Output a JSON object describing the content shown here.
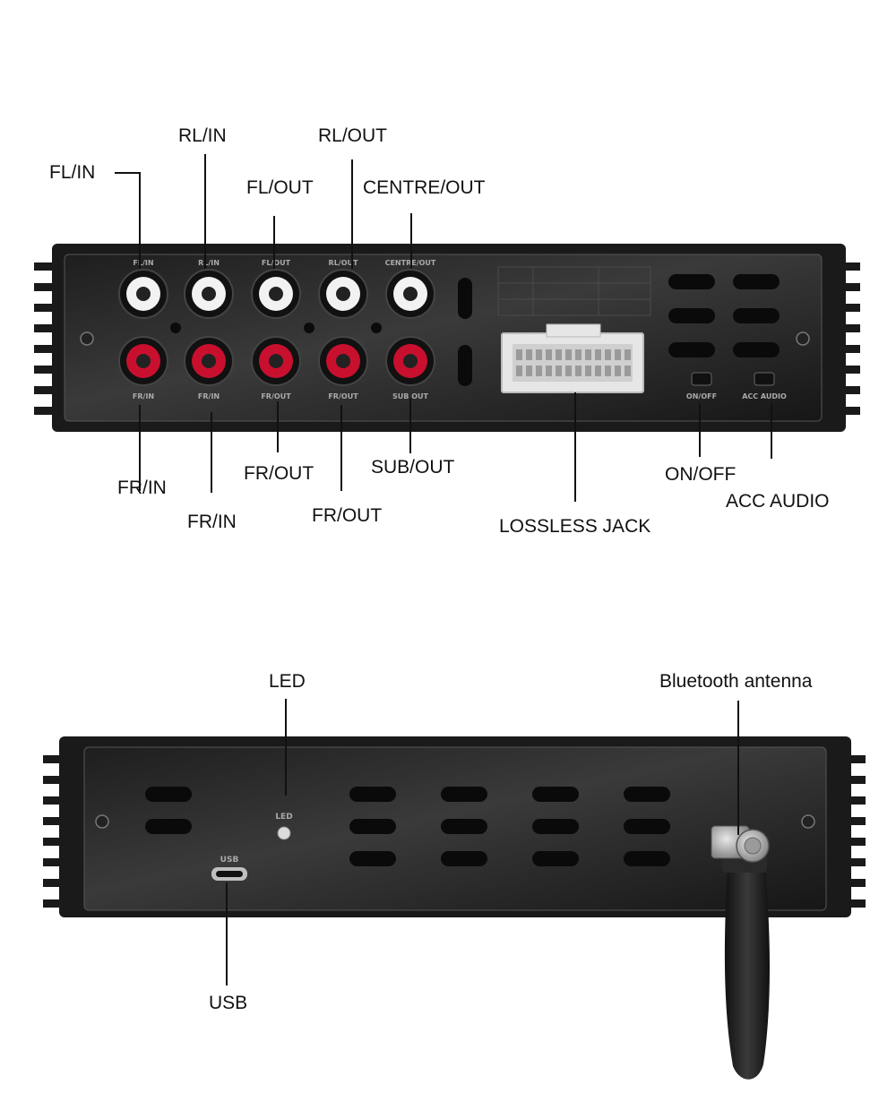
{
  "top_unit": {
    "callouts": {
      "fl_in": "FL/IN",
      "rl_in": "RL/IN",
      "fl_out": "FL/OUT",
      "rl_out": "RL/OUT",
      "centre_out": "CENTRE/OUT",
      "fr_in_1": "FR/IN",
      "fr_in_2": "FR/IN",
      "fr_out_1": "FR/OUT",
      "fr_out_2": "FR/OUT",
      "sub_out": "SUB/OUT",
      "lossless_jack": "LOSSLESS JACK",
      "on_off": "ON/OFF",
      "acc_audio": "ACC AUDIO"
    },
    "silkscreen": {
      "top_row": [
        "FL/IN",
        "RL/IN",
        "FL/OUT",
        "RL/OUT",
        "CENTRE/OUT"
      ],
      "bottom_row": [
        "FR/IN",
        "FR/IN",
        "FR/OUT",
        "FR/OUT",
        "SUB OUT"
      ],
      "on_off": "ON/OFF",
      "acc_audio": "ACC AUDIO"
    }
  },
  "bottom_unit": {
    "callouts": {
      "led": "LED",
      "bluetooth_antenna": "Bluetooth antenna",
      "usb": "USB"
    },
    "silkscreen": {
      "led": "LED",
      "usb": "USB"
    }
  },
  "colors": {
    "chassis": "#1a1a1a",
    "panel": "#2b2b2b",
    "rca_white": "#f2f2f2",
    "rca_red": "#c8102e",
    "connector": "#e6e6e6",
    "antenna": "#262626"
  }
}
